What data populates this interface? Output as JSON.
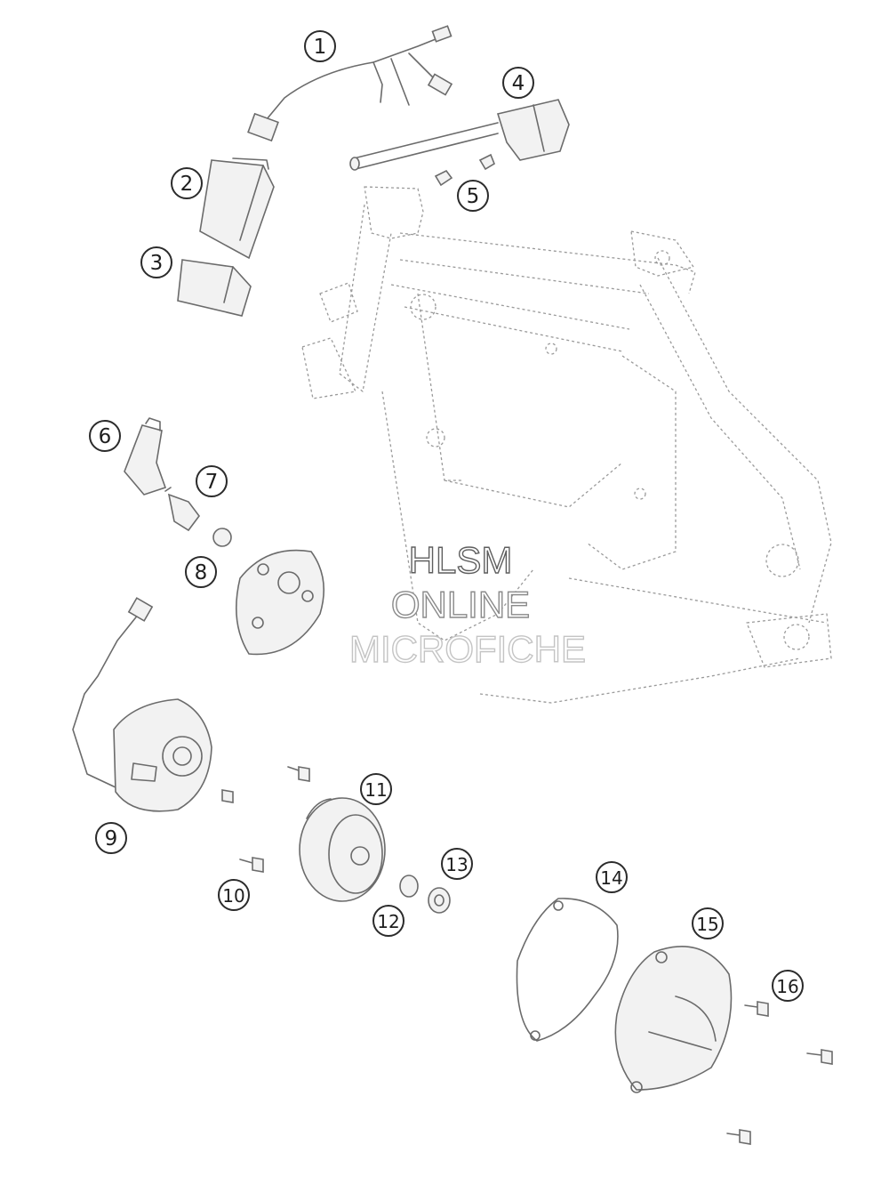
{
  "callouts": [
    "1",
    "2",
    "3",
    "4",
    "5",
    "6",
    "7",
    "8",
    "9",
    "10",
    "11",
    "12",
    "13",
    "14",
    "15",
    "16"
  ],
  "watermark": {
    "line1": "HLSM",
    "line2": "ONLINE",
    "line3": "MICROFICHE"
  }
}
